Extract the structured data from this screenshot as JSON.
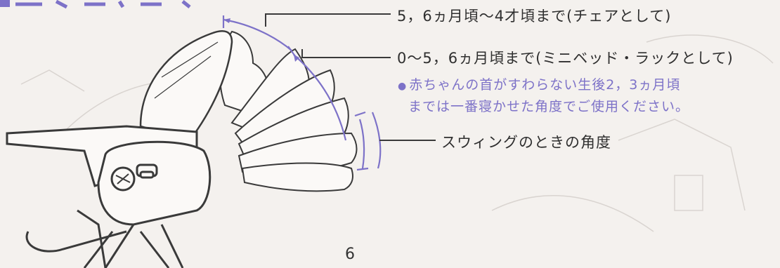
{
  "labels": {
    "chair_range": "5，6ヵ月頃〜4才頃まで(チェアとして)",
    "bed_range": "0〜5，6ヵ月頃まで(ミニベッド・ラックとして)",
    "swing_angle": "スウィングのときの角度"
  },
  "note": {
    "bullet": "●",
    "line1": "赤ちゃんの首がすわらない生後2，3ヵ月頃",
    "line2": "までは一番寝かせた角度でご使用ください。"
  },
  "page_number": "6",
  "colors": {
    "accent": "#7d72c8",
    "text": "#2f2f2f",
    "background": "#f4f1ee",
    "line": "#3a3a3a"
  }
}
